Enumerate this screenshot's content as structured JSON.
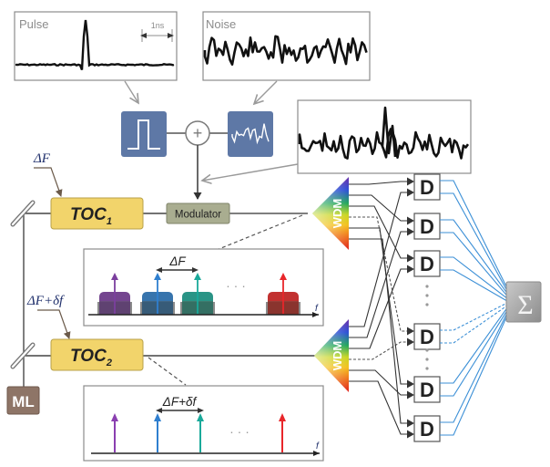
{
  "panels": {
    "pulse": {
      "title": "Pulse",
      "scale_label": "1ns"
    },
    "noise": {
      "title": "Noise"
    }
  },
  "blocks": {
    "modulator": "Modulator",
    "toc1": {
      "main": "TOC",
      "sub": "1"
    },
    "toc2": {
      "main": "TOC",
      "sub": "2"
    },
    "ml": "ML",
    "wdm1": "WDM",
    "wdm2": "WDM",
    "detector": "D",
    "sum": "Σ",
    "adder": "+"
  },
  "labels": {
    "delta_f_1": "ΔF",
    "delta_f_2": "ΔF+δf",
    "spectrum1_spacing": "ΔF",
    "spectrum2_spacing": "ΔF+δf",
    "freq_axis": "f",
    "ellipsis": "· · ·"
  },
  "spectrum1": {
    "lines": [
      {
        "name": "purple",
        "color": "#7b3f9e",
        "band": "#5a3a6e"
      },
      {
        "name": "blue",
        "color": "#2f7fcf",
        "band": "#2e5576"
      },
      {
        "name": "teal",
        "color": "#1aa99a",
        "band": "#2a6b5e"
      },
      {
        "name": "red",
        "color": "#e8262a",
        "band": "#8a2a24"
      }
    ]
  },
  "spectrum2": {
    "lines": [
      {
        "name": "purple",
        "color": "#8a3fb0"
      },
      {
        "name": "blue",
        "color": "#2f7fcf"
      },
      {
        "name": "teal",
        "color": "#1aa99a"
      },
      {
        "name": "red",
        "color": "#e8262a"
      }
    ]
  },
  "colors": {
    "toc_fill": "#f2d46b",
    "modulator_fill": "#a9ad90",
    "block_blue": "#5e78a6",
    "ml_fill": "#8e7567",
    "sum_line": "#3b8fd6"
  }
}
